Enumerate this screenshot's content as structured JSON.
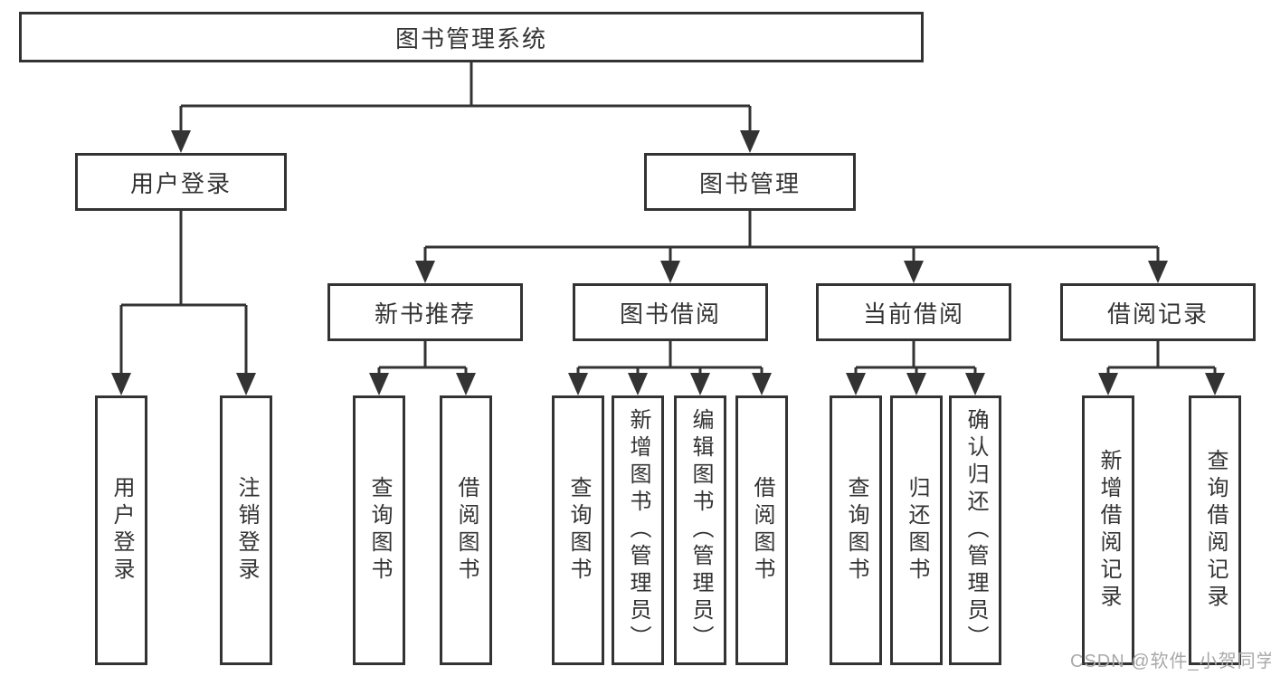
{
  "tree": {
    "label": "图书管理系统",
    "children": [
      {
        "label": "用户登录",
        "children": [
          {
            "label": "用户登录"
          },
          {
            "label": "注销登录"
          }
        ]
      },
      {
        "label": "图书管理",
        "children": [
          {
            "label": "新书推荐",
            "children": [
              {
                "label": "查询图书"
              },
              {
                "label": "借阅图书"
              }
            ]
          },
          {
            "label": "图书借阅",
            "children": [
              {
                "label": "查询图书"
              },
              {
                "label": "新增图书（管理员）"
              },
              {
                "label": "编辑图书（管理员）"
              },
              {
                "label": "借阅图书"
              }
            ]
          },
          {
            "label": "当前借阅",
            "children": [
              {
                "label": "查询图书"
              },
              {
                "label": "归还图书"
              },
              {
                "label": "确认归还（管理员）"
              }
            ]
          },
          {
            "label": "借阅记录",
            "children": [
              {
                "label": "新增借阅记录"
              },
              {
                "label": "查询借阅记录"
              }
            ]
          }
        ]
      }
    ]
  },
  "watermark": "CSDN @软件_小贺同学",
  "colors": {
    "line": "#333333",
    "box_border": "#333333",
    "box_fill": "#ffffff",
    "text": "#333333",
    "watermark": "#a9a9a9",
    "background": "#ffffff"
  }
}
